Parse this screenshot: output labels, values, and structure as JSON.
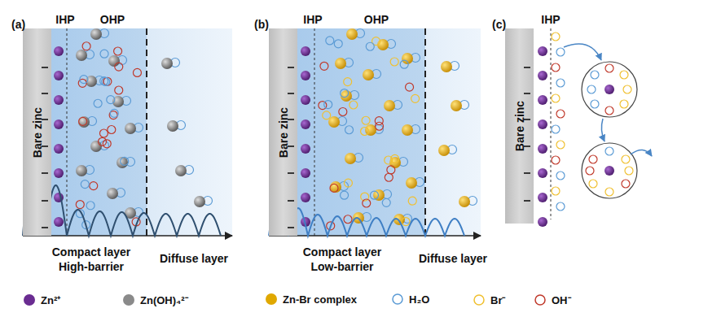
{
  "diagram": {
    "nodes": [
      {
        "text": [
          "Bare zinc"
        ]
      },
      {
        "text": [
          "Bare zinc"
        ]
      },
      {
        "text": [
          "Bare zinc"
        ]
      }
    ],
    "labels": [
      "(a)",
      "IHP",
      "OHP",
      "Compact layer",
      "High-barrier",
      "Diffuse layer",
      "(b)",
      "IHP",
      "OHP",
      "Compact layer",
      "Low-barrier",
      "Diffuse layer",
      "(c)",
      "IHP"
    ],
    "legend": [
      {
        "text": "Zn²⁺",
        "color": "#6a2c91"
      },
      {
        "text": "Zn(OH)₄²⁻",
        "color": "#8a8a8a"
      },
      {
        "text": "Zn-Br complex",
        "color": "#e0a800"
      },
      {
        "text": "H₂O",
        "color": "#5b9bd5"
      },
      {
        "text": "Br⁻",
        "color": "#f0c030"
      },
      {
        "text": "OH⁻",
        "color": "#c0392b"
      }
    ]
  }
}
